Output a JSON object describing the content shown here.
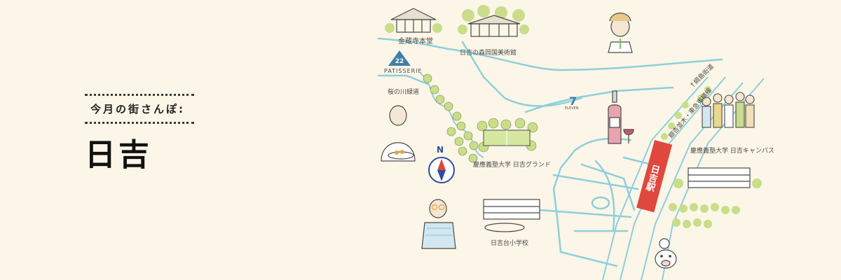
{
  "header": {
    "subtitle": "今月の街さんぽ:",
    "town_name": "日吉"
  },
  "map": {
    "compass_letter": "N",
    "station_name": "日吉駅",
    "labels": {
      "temple": "金蔵寺本堂",
      "museum": "日吉の森岡国美術館",
      "patisserie": "PATISSERIE",
      "patisserie_number": "22",
      "promenade": "桜の川緑道",
      "seven_eleven": "ELEVEN",
      "seven_number": "7",
      "university_ground": "慶應義塾大学 日吉グランド",
      "school": "日吉台小学校",
      "campus": "慶應義塾大学 日吉キャンパス",
      "street": "銀杏並木・東急東横線",
      "road_right": "↑綱島街道"
    },
    "colors": {
      "background": "#fbf6e7",
      "water_roads": "#8ecfdc",
      "station": "#e0473f",
      "trees": "#c9dd8a",
      "compass_red": "#d94a3a",
      "compass_blue": "#2f4e9c"
    }
  }
}
